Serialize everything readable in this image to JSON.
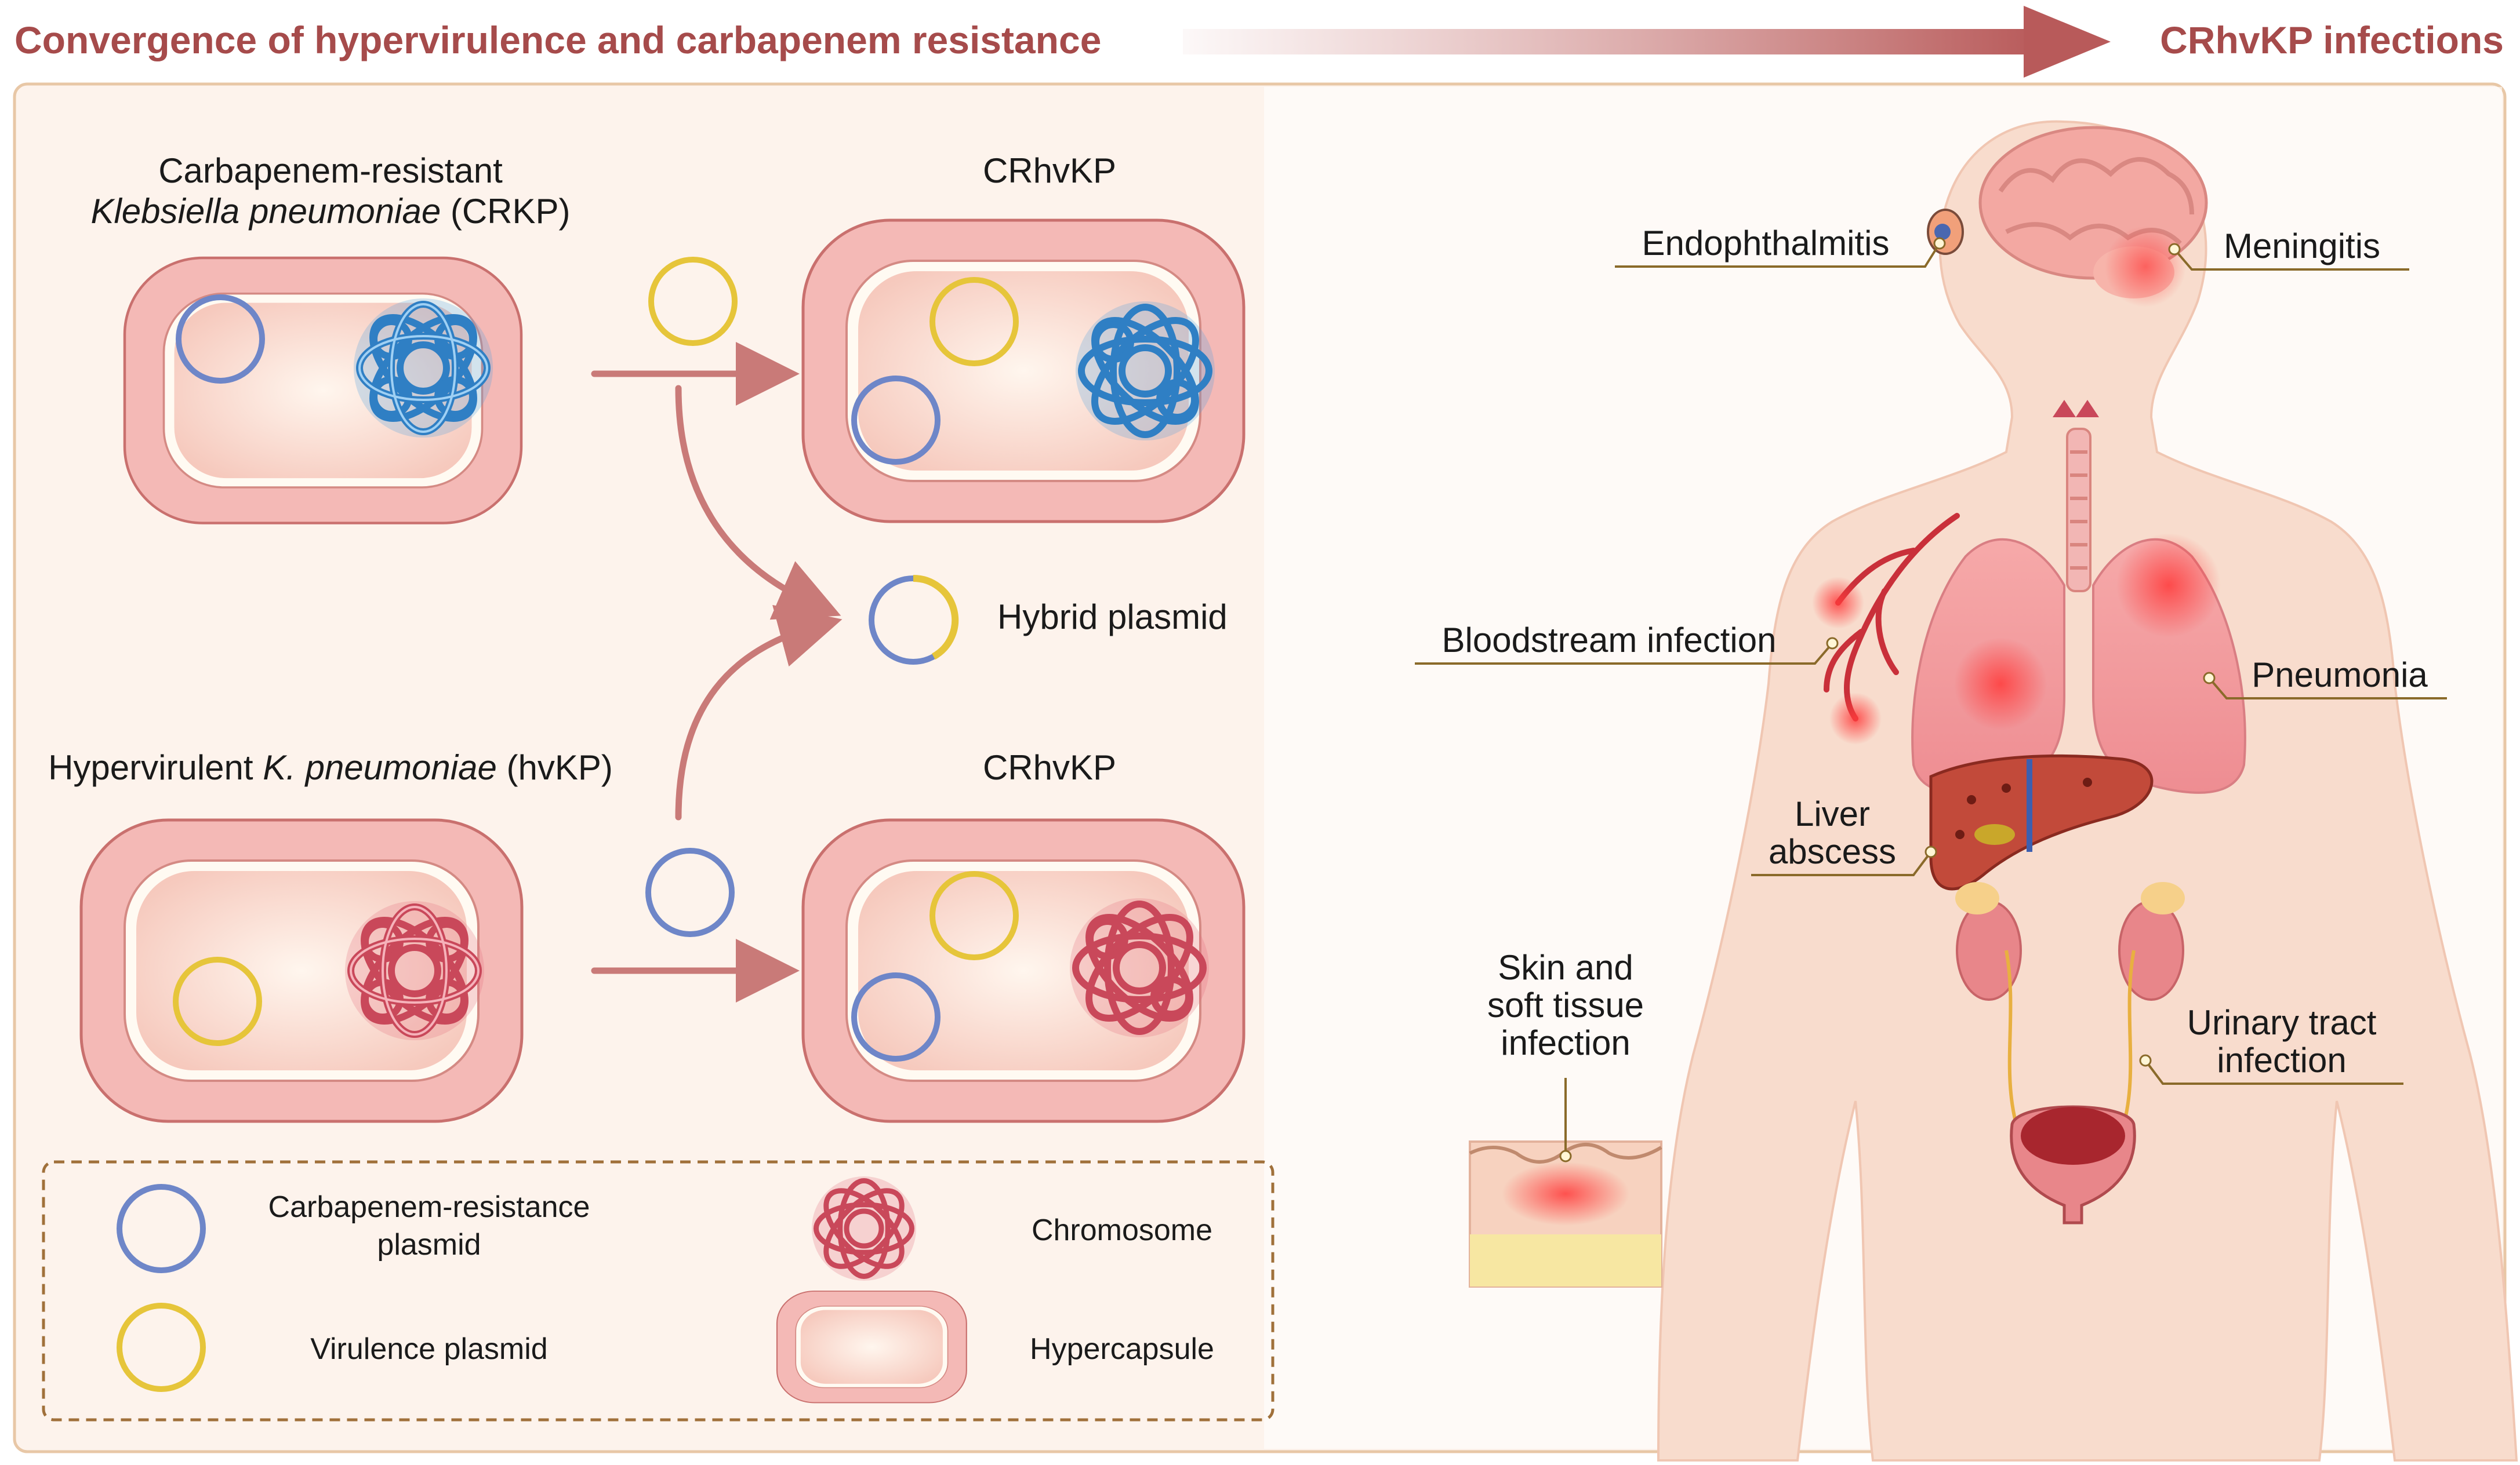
{
  "header": {
    "left_title": "Convergence of hypervirulence and carbapenem resistance",
    "right_title": "CRhvKP infections",
    "arrow_color": "#b85a5a"
  },
  "colors": {
    "title": "#a64b4b",
    "panel_bg": "#fcf1ea",
    "panel_border": "#e8c7a6",
    "capsule_outer": "#f4b9b6",
    "capsule_inner": "#fde5d8",
    "resistance_plasmid": "#6e86c8",
    "virulence_plasmid": "#e6c53a",
    "blue_chromosome": "#3e8fd1",
    "red_chromosome": "#d65a6a",
    "arrow": "#c97a78",
    "leader_line": "#8a6a2a",
    "body": "#f8dccd"
  },
  "left": {
    "crkp_label_line1": "Carbapenem-resistant",
    "crkp_label_species": "Klebsiella pneumoniae",
    "crkp_label_suffix": " (CRKP)",
    "crhvkp_top": "CRhvKP",
    "hybrid_plasmid": "Hybrid plasmid",
    "hvkp_label_prefix": "Hypervirulent ",
    "hvkp_label_species": "K. pneumoniae",
    "hvkp_label_suffix": " (hvKP)",
    "crhvkp_bottom": "CRhvKP"
  },
  "legend": {
    "resistance_plasmid_line1": "Carbapenem-resistance",
    "resistance_plasmid_line2": "plasmid",
    "virulence_plasmid": "Virulence plasmid",
    "chromosome": "Chromosome",
    "hypercapsule": "Hypercapsule"
  },
  "infections": {
    "endophthalmitis": "Endophthalmitis",
    "meningitis": "Meningitis",
    "bloodstream": "Bloodstream infection",
    "pneumonia": "Pneumonia",
    "liver_line1": "Liver",
    "liver_line2": "abscess",
    "skin_line1": "Skin and",
    "skin_line2": "soft tissue",
    "skin_line3": "infection",
    "urinary_line1": "Urinary tract",
    "urinary_line2": "infection"
  }
}
